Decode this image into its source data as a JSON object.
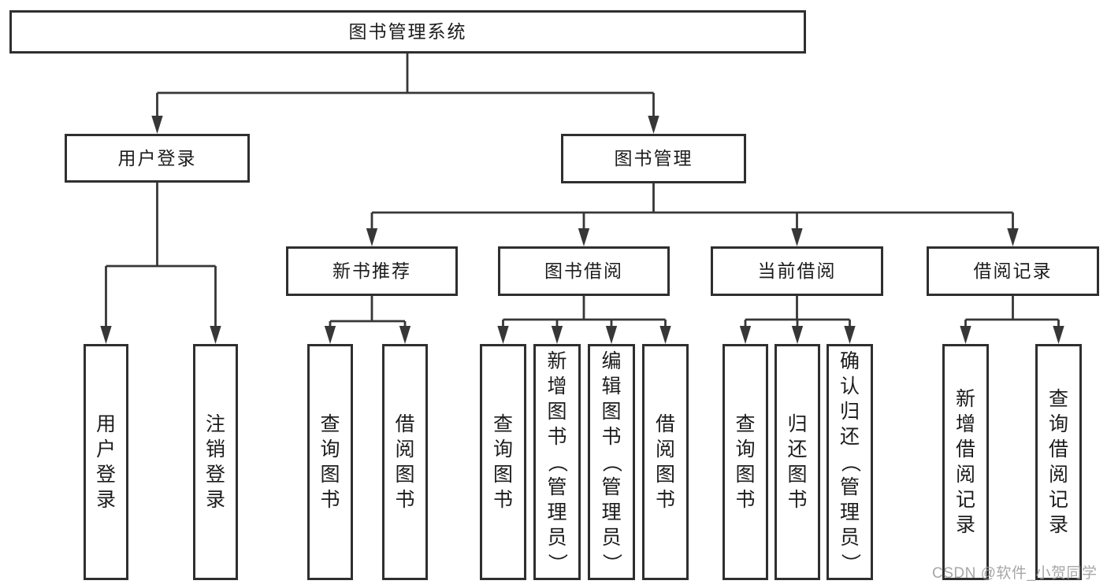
{
  "diagram": {
    "root": "图书管理系统",
    "branches": [
      "用户登录",
      "图书管理"
    ],
    "groups": [
      {
        "parent": "用户登录",
        "children": [
          "用户登录",
          "注销登录"
        ]
      },
      {
        "parent": "新书推荐",
        "children": [
          "查询图书",
          "借阅图书"
        ]
      },
      {
        "parent": "图书借阅",
        "children": [
          "查询图书",
          "新增图书（管理员）",
          "编辑图书（管理员）",
          "借阅图书"
        ]
      },
      {
        "parent": "当前借阅",
        "children": [
          "查询图书",
          "归还图书",
          "确认归还（管理员）"
        ]
      },
      {
        "parent": "借阅记录",
        "children": [
          "新增借阅记录",
          "查询借阅记录"
        ]
      }
    ]
  },
  "watermark": "CSDN @软件_小贺同学",
  "colors": {
    "background": "#ffffff",
    "line": "#373737",
    "box_border": "#2f2f2f",
    "text": "#1c1c1c",
    "watermark": "#9b9b9b"
  }
}
